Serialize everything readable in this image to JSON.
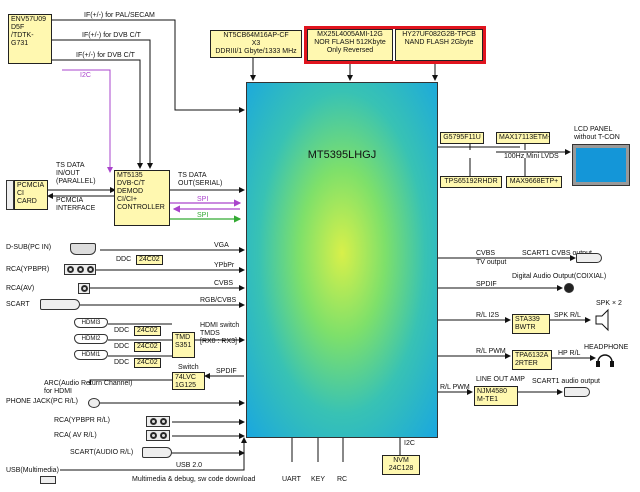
{
  "soc": {
    "name": "MT5395LHGJ"
  },
  "tuner": {
    "lines": [
      "ENV57U09",
      "D5F",
      "/TDTK-",
      "G731"
    ]
  },
  "if_labels": [
    "IF(+/-) for PAL/SECAM",
    "IF(+/-) for DVB C/T",
    "IF(+/-) for DVB C/T"
  ],
  "i2c_left": "I2C",
  "ddr": {
    "lines": [
      "NT5CB64M16AP-CF",
      "X3",
      "DDRIII/1 Gbyte/1333 MHz"
    ]
  },
  "nor": {
    "lines": [
      "MX25L4005AMI-12G",
      "NOR FLASH 512Kbyte",
      "Only Reversed"
    ]
  },
  "nand": {
    "lines": [
      "HY27UF082G2B-TPCB",
      "NAND FLASH  2Gbyte"
    ]
  },
  "demod": {
    "lines": [
      "MT5135",
      "DVB-C/T",
      "DEMOD",
      "CI/CI+",
      "CONTROLLER"
    ]
  },
  "pcmcia": {
    "lines": [
      "PCMCIA",
      "CI CARD"
    ]
  },
  "pcmcia_interface": [
    "PCMCIA",
    "INTERFACE"
  ],
  "ts_in": [
    "TS DATA",
    "IN/OUT",
    "(PARALLEL)"
  ],
  "ts_out": [
    "TS DATA",
    "OUT(SERIAL)"
  ],
  "spi": [
    "SPI",
    "SPI"
  ],
  "left_inputs": {
    "dsub": "D-SUB(PC IN)",
    "ddc1": "DDC",
    "chip_24c02_1": "24C02",
    "vga": "VGA",
    "rca_ypbpr": "RCA(YPBPR)",
    "ypbpr": "YPbPr",
    "rca_av": "RCA(AV)",
    "cvbs": "CVBS",
    "scart": "SCART",
    "rgb_cvbs": "RGB/CVBS",
    "hdmi": [
      "HDMI3",
      "HDMI2",
      "HDMI1"
    ],
    "ddc": [
      "DDC",
      "DDC",
      "DDC"
    ],
    "chip_24c02": [
      "24C02",
      "24C02",
      "24C02"
    ],
    "hdmi_switch": [
      "HDMI switch",
      "TMDS",
      "[RX0 : RX3]"
    ],
    "tmds_chip": [
      "TMD",
      "S351"
    ],
    "switch_label": "Switch",
    "switch_chip": [
      "74LVC",
      "1G125"
    ],
    "spdif": "SPDIF",
    "arc": [
      "ARC(Audio Return Channel)",
      "for HDMI"
    ],
    "phone_jack": "PHONE JACK(PC R/L)",
    "rca_ypbpr_rl": "RCA(YPBPR R/L)",
    "rca_av_rl": "RCA( AV R/L)",
    "scart_audio": "SCART(AUDIO R/L)",
    "usb": "USB(Multimedia)",
    "usb20": "USB 2.0",
    "usb_note": "Multimedia & debug, sw code download"
  },
  "bottom": {
    "uart": "UART",
    "key": "KEY",
    "rc": "RC",
    "i2c": "I2C",
    "nvm": [
      "NVM",
      "24C128"
    ]
  },
  "right": {
    "g5795": "G5795F11U",
    "max17113": "MAX17113ETM+",
    "tps": "TPS65192RHDR",
    "max9668": "MAX9668ETP+",
    "lvds": "100Hz Mini LVDS",
    "lcd": [
      "LCD  PANEL",
      "without T-CON"
    ],
    "cvbs": [
      "CVBS",
      "TV output"
    ],
    "scart1_cvbs": "SCART1 CVBS output",
    "spdif": "SPDIF",
    "digital_audio": "Digital Audio Output(COIXIAL)",
    "rl_i2s": "R/L I2S",
    "sta339": [
      "STA339",
      "BWTR"
    ],
    "spk_rl": "SPK R/L",
    "spk_x2": "SPK × 2",
    "rl_pwm1": "R/L PWM",
    "tpa": [
      "TPA6132A",
      "2RTER"
    ],
    "hp_rl": "HP R/L",
    "headphone": "HEADPHONE",
    "line_out": "LINE OUT AMP",
    "rl_pwm2": "R/L PWM",
    "njm": [
      "NJM4580",
      "M-TE1"
    ],
    "scart1_audio": "SCART1 audio output"
  }
}
